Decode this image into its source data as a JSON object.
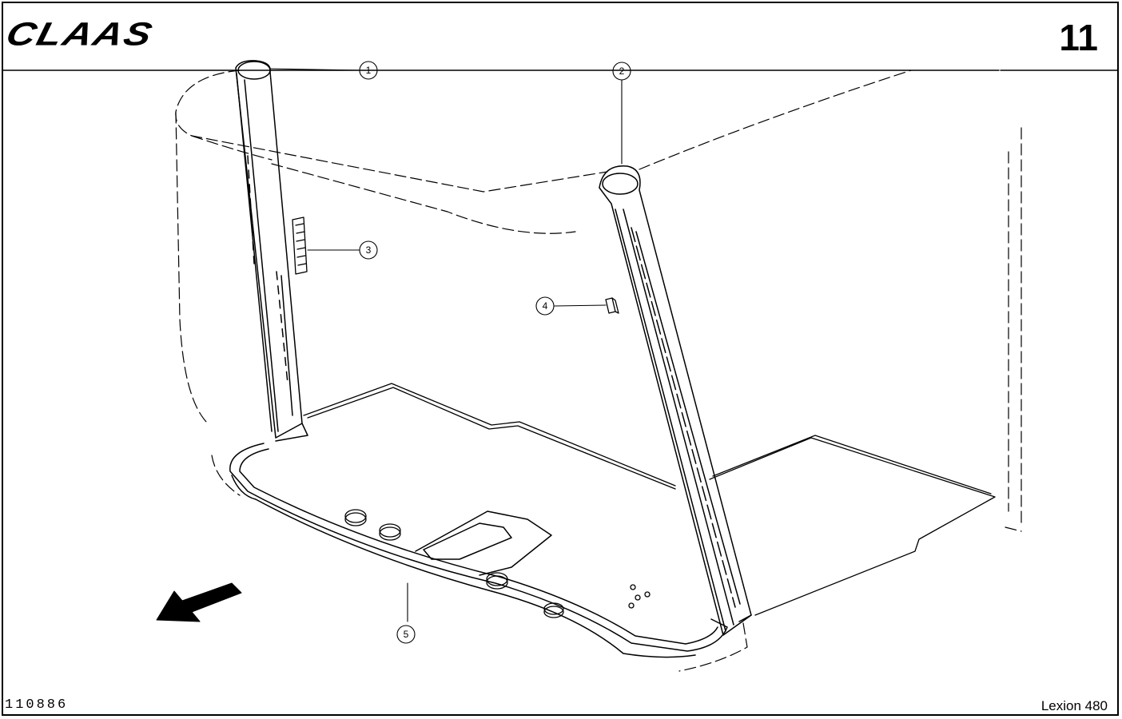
{
  "header": {
    "brand": "CLAAS",
    "page_number": "11"
  },
  "footer": {
    "drawing_number": "110886",
    "model": "Lexion 480"
  },
  "callouts": [
    {
      "id": "1",
      "label": "1"
    },
    {
      "id": "2",
      "label": "2"
    },
    {
      "id": "3",
      "label": "3"
    },
    {
      "id": "4",
      "label": "4"
    },
    {
      "id": "5",
      "label": "5"
    }
  ],
  "icons": {
    "direction_arrow": "arrow-forward-direction-icon"
  }
}
